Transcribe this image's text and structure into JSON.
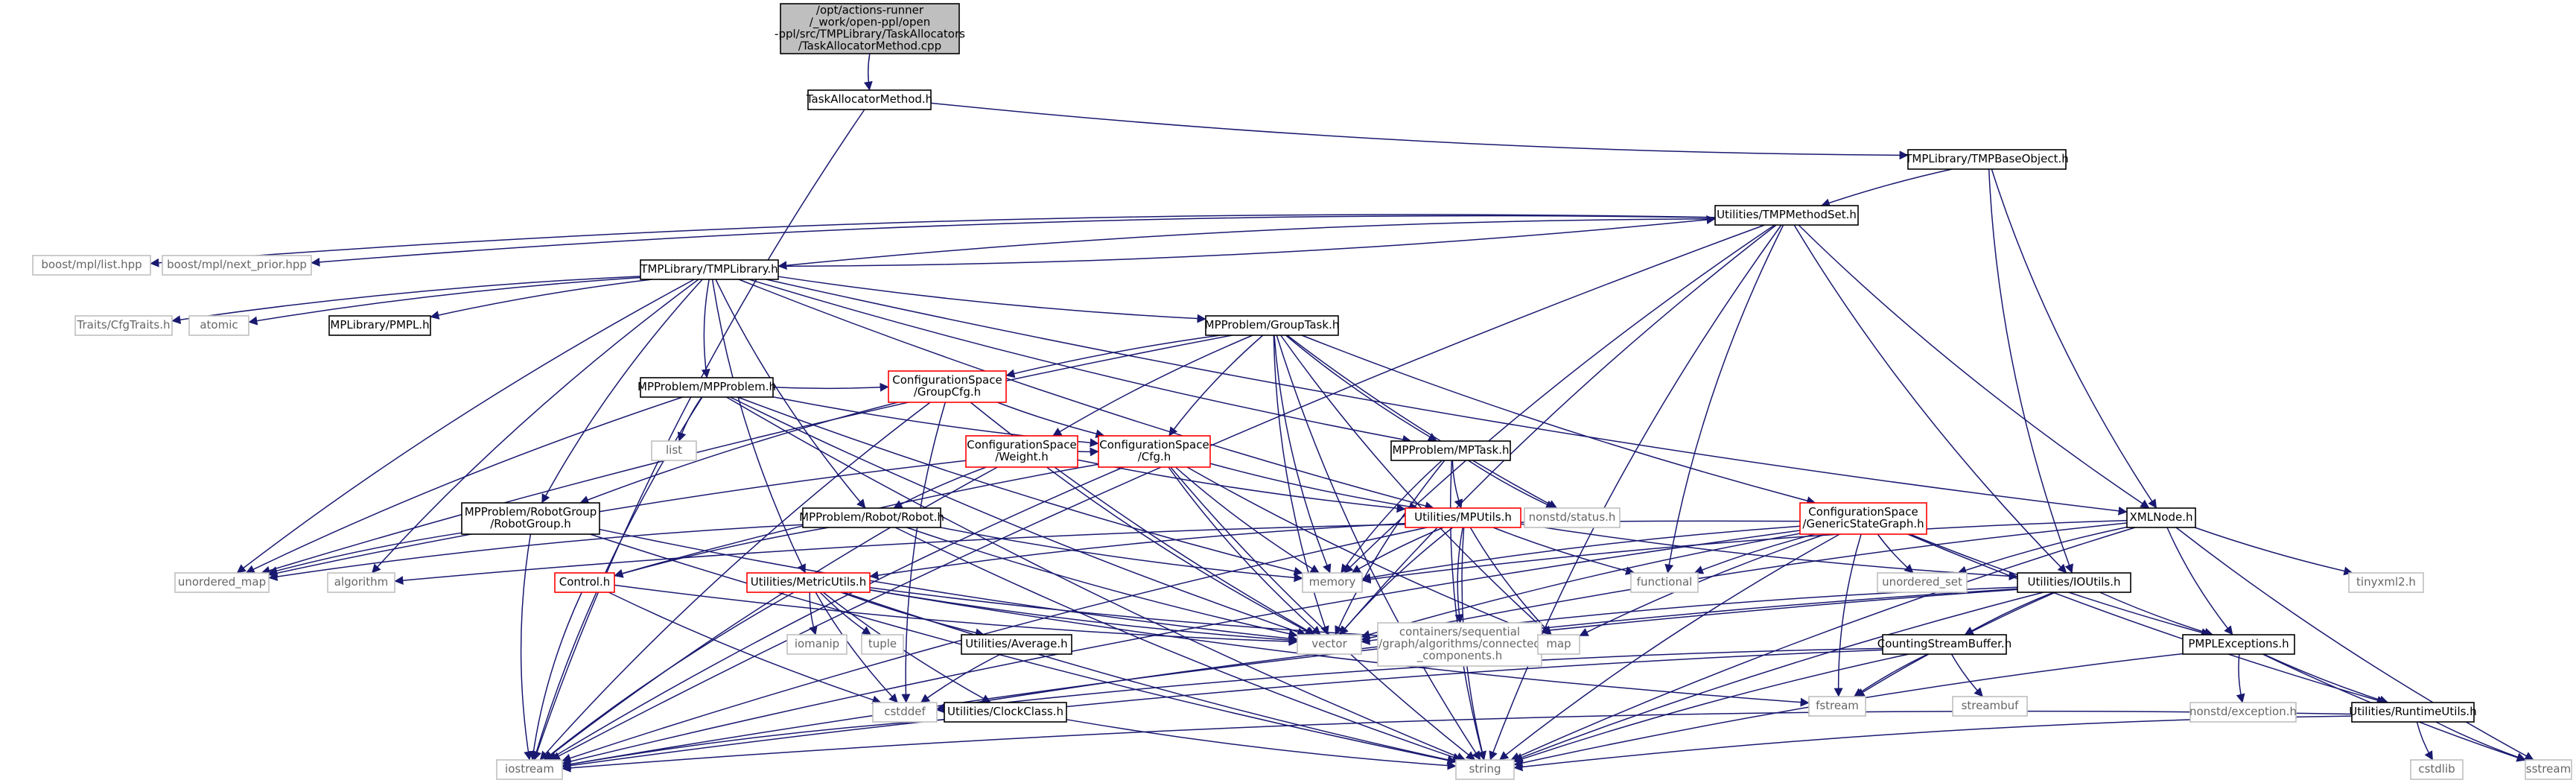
{
  "diagram": {
    "edge_color": "#191970",
    "node_style": {
      "root_fill": "#bfbfbf",
      "documented_border": "#000000",
      "undocumented_border": "#ff0000",
      "system_text": "#666666"
    },
    "nodes": [
      {
        "id": "root",
        "lines": [
          "/opt/actions-runner",
          "/_work/open-ppl/open",
          "-ppl/src/TMPLibrary/TaskAllocators",
          "/TaskAllocatorMethod.cpp"
        ],
        "kind": "root"
      },
      {
        "id": "tam",
        "lines": [
          "TaskAllocatorMethod.h"
        ],
        "kind": "hdr"
      },
      {
        "id": "tmpbase",
        "lines": [
          "TMPLibrary/TMPBaseObject.h"
        ],
        "kind": "hdr"
      },
      {
        "id": "tmpmethodset",
        "lines": [
          "Utilities/TMPMethodSet.h"
        ],
        "kind": "hdr"
      },
      {
        "id": "boostlist",
        "lines": [
          "boost/mpl/list.hpp"
        ],
        "kind": "std"
      },
      {
        "id": "boostnext",
        "lines": [
          "boost/mpl/next_prior.hpp"
        ],
        "kind": "std"
      },
      {
        "id": "tmplib",
        "lines": [
          "TMPLibrary/TMPLibrary.h"
        ],
        "kind": "hdr"
      },
      {
        "id": "traits",
        "lines": [
          "Traits/CfgTraits.h"
        ],
        "kind": "std"
      },
      {
        "id": "atomic",
        "lines": [
          "atomic"
        ],
        "kind": "std"
      },
      {
        "id": "pmpl",
        "lines": [
          "MPLibrary/PMPL.h"
        ],
        "kind": "hdr"
      },
      {
        "id": "grouptask",
        "lines": [
          "MPProblem/GroupTask.h"
        ],
        "kind": "hdr"
      },
      {
        "id": "groupcfg",
        "lines": [
          "ConfigurationSpace",
          "/GroupCfg.h"
        ],
        "kind": "red"
      },
      {
        "id": "mpproblem",
        "lines": [
          "MPProblem/MPProblem.h"
        ],
        "kind": "hdr"
      },
      {
        "id": "list",
        "lines": [
          "list"
        ],
        "kind": "std"
      },
      {
        "id": "weight",
        "lines": [
          "ConfigurationSpace",
          "/Weight.h"
        ],
        "kind": "red"
      },
      {
        "id": "cfg",
        "lines": [
          "ConfigurationSpace",
          "/Cfg.h"
        ],
        "kind": "red"
      },
      {
        "id": "mptask",
        "lines": [
          "MPProblem/MPTask.h"
        ],
        "kind": "hdr"
      },
      {
        "id": "robotgroup",
        "lines": [
          "MPProblem/RobotGroup",
          "/RobotGroup.h"
        ],
        "kind": "hdr"
      },
      {
        "id": "robot",
        "lines": [
          "MPProblem/Robot/Robot.h"
        ],
        "kind": "hdr"
      },
      {
        "id": "mputils",
        "lines": [
          "Utilities/MPUtils.h"
        ],
        "kind": "red"
      },
      {
        "id": "nonstdstatus",
        "lines": [
          "nonstd/status.h"
        ],
        "kind": "std"
      },
      {
        "id": "gsg",
        "lines": [
          "ConfigurationSpace",
          "/GenericStateGraph.h"
        ],
        "kind": "red"
      },
      {
        "id": "xmlnode",
        "lines": [
          "XMLNode.h"
        ],
        "kind": "hdr"
      },
      {
        "id": "unordered_map",
        "lines": [
          "unordered_map"
        ],
        "kind": "std"
      },
      {
        "id": "algorithm",
        "lines": [
          "algorithm"
        ],
        "kind": "std"
      },
      {
        "id": "control",
        "lines": [
          "Control.h"
        ],
        "kind": "red"
      },
      {
        "id": "metricutils",
        "lines": [
          "Utilities/MetricUtils.h"
        ],
        "kind": "red"
      },
      {
        "id": "memory",
        "lines": [
          "memory"
        ],
        "kind": "std"
      },
      {
        "id": "functional",
        "lines": [
          "functional"
        ],
        "kind": "std"
      },
      {
        "id": "unordered_set",
        "lines": [
          "unordered_set"
        ],
        "kind": "std"
      },
      {
        "id": "ioutils",
        "lines": [
          "Utilities/IOUtils.h"
        ],
        "kind": "hdr"
      },
      {
        "id": "tinyxml",
        "lines": [
          "tinyxml2.h"
        ],
        "kind": "std"
      },
      {
        "id": "iomanip",
        "lines": [
          "iomanip"
        ],
        "kind": "std"
      },
      {
        "id": "tuple",
        "lines": [
          "tuple"
        ],
        "kind": "std"
      },
      {
        "id": "average",
        "lines": [
          "Utilities/Average.h"
        ],
        "kind": "hdr"
      },
      {
        "id": "vector",
        "lines": [
          "vector"
        ],
        "kind": "std"
      },
      {
        "id": "connected",
        "lines": [
          "containers/sequential",
          "/graph/algorithms/connected",
          "_components.h"
        ],
        "kind": "std"
      },
      {
        "id": "map",
        "lines": [
          "map"
        ],
        "kind": "std"
      },
      {
        "id": "csb",
        "lines": [
          "CountingStreamBuffer.h"
        ],
        "kind": "hdr"
      },
      {
        "id": "pmplexc",
        "lines": [
          "PMPLExceptions.h"
        ],
        "kind": "hdr"
      },
      {
        "id": "cstddef",
        "lines": [
          "cstddef"
        ],
        "kind": "std"
      },
      {
        "id": "clockclass",
        "lines": [
          "Utilities/ClockClass.h"
        ],
        "kind": "hdr"
      },
      {
        "id": "fstream",
        "lines": [
          "fstream"
        ],
        "kind": "std"
      },
      {
        "id": "streambuf",
        "lines": [
          "streambuf"
        ],
        "kind": "std"
      },
      {
        "id": "nonstdexc",
        "lines": [
          "nonstd/exception.h"
        ],
        "kind": "std"
      },
      {
        "id": "runtimeutils",
        "lines": [
          "Utilities/RuntimeUtils.h"
        ],
        "kind": "hdr"
      },
      {
        "id": "iostream",
        "lines": [
          "iostream"
        ],
        "kind": "std"
      },
      {
        "id": "string",
        "lines": [
          "string"
        ],
        "kind": "std"
      },
      {
        "id": "cstdlib",
        "lines": [
          "cstdlib"
        ],
        "kind": "std"
      },
      {
        "id": "sstream",
        "lines": [
          "sstream"
        ],
        "kind": "std"
      }
    ],
    "edges": [
      [
        "root",
        "tam"
      ],
      [
        "tam",
        "tmpbase"
      ],
      [
        "tam",
        "iostream"
      ],
      [
        "tmpbase",
        "tmpmethodset"
      ],
      [
        "tmpbase",
        "xmlnode"
      ],
      [
        "tmpbase",
        "ioutils"
      ],
      [
        "tmpmethodset",
        "boostlist"
      ],
      [
        "tmpmethodset",
        "boostnext"
      ],
      [
        "tmpmethodset",
        "tmplib"
      ],
      [
        "tmpmethodset",
        "iostream"
      ],
      [
        "tmpmethodset",
        "memory"
      ],
      [
        "tmpmethodset",
        "functional"
      ],
      [
        "tmpmethodset",
        "xmlnode"
      ],
      [
        "tmpmethodset",
        "ioutils"
      ],
      [
        "tmpmethodset",
        "string"
      ],
      [
        "tmpmethodset",
        "vector"
      ],
      [
        "tmplib",
        "tmpmethodset"
      ],
      [
        "tmplib",
        "traits"
      ],
      [
        "tmplib",
        "atomic"
      ],
      [
        "tmplib",
        "pmpl"
      ],
      [
        "tmplib",
        "grouptask"
      ],
      [
        "tmplib",
        "mpproblem"
      ],
      [
        "tmplib",
        "mptask"
      ],
      [
        "tmplib",
        "robotgroup"
      ],
      [
        "tmplib",
        "robot"
      ],
      [
        "tmplib",
        "mputils"
      ],
      [
        "tmplib",
        "xmlnode"
      ],
      [
        "tmplib",
        "unordered_map"
      ],
      [
        "tmplib",
        "algorithm"
      ],
      [
        "tmplib",
        "metricutils"
      ],
      [
        "grouptask",
        "groupcfg"
      ],
      [
        "grouptask",
        "weight"
      ],
      [
        "grouptask",
        "cfg"
      ],
      [
        "grouptask",
        "mptask"
      ],
      [
        "grouptask",
        "gsg"
      ],
      [
        "grouptask",
        "nonstdstatus"
      ],
      [
        "grouptask",
        "memory"
      ],
      [
        "grouptask",
        "vector"
      ],
      [
        "grouptask",
        "unordered_map"
      ],
      [
        "grouptask",
        "map"
      ],
      [
        "grouptask",
        "string"
      ],
      [
        "groupcfg",
        "cfg"
      ],
      [
        "groupcfg",
        "robotgroup"
      ],
      [
        "groupcfg",
        "iostream"
      ],
      [
        "groupcfg",
        "vector"
      ],
      [
        "groupcfg",
        "cstddef"
      ],
      [
        "mpproblem",
        "list"
      ],
      [
        "mpproblem",
        "cfg"
      ],
      [
        "mpproblem",
        "memory"
      ],
      [
        "mpproblem",
        "unordered_map"
      ],
      [
        "mpproblem",
        "iostream"
      ],
      [
        "mpproblem",
        "vector"
      ],
      [
        "mpproblem",
        "groupcfg"
      ],
      [
        "mpproblem",
        "string"
      ],
      [
        "weight",
        "cfg"
      ],
      [
        "weight",
        "mputils"
      ],
      [
        "weight",
        "robot"
      ],
      [
        "weight",
        "unordered_map"
      ],
      [
        "weight",
        "vector"
      ],
      [
        "weight",
        "iostream"
      ],
      [
        "cfg",
        "mputils"
      ],
      [
        "cfg",
        "memory"
      ],
      [
        "cfg",
        "vector"
      ],
      [
        "cfg",
        "iostream"
      ],
      [
        "cfg",
        "map"
      ],
      [
        "cfg",
        "string"
      ],
      [
        "cfg",
        "control"
      ],
      [
        "mptask",
        "mputils"
      ],
      [
        "mptask",
        "nonstdstatus"
      ],
      [
        "mptask",
        "memory"
      ],
      [
        "mptask",
        "vector"
      ],
      [
        "mptask",
        "string"
      ],
      [
        "robotgroup",
        "unordered_map"
      ],
      [
        "robotgroup",
        "iostream"
      ],
      [
        "robotgroup",
        "vector"
      ],
      [
        "robotgroup",
        "string"
      ],
      [
        "robot",
        "control"
      ],
      [
        "robot",
        "memory"
      ],
      [
        "robot",
        "vector"
      ],
      [
        "robot",
        "string"
      ],
      [
        "robot",
        "unordered_map"
      ],
      [
        "mputils",
        "metricutils"
      ],
      [
        "mputils",
        "connected"
      ],
      [
        "mputils",
        "memory"
      ],
      [
        "mputils",
        "vector"
      ],
      [
        "mputils",
        "functional"
      ],
      [
        "mputils",
        "map"
      ],
      [
        "mputils",
        "string"
      ],
      [
        "mputils",
        "iostream"
      ],
      [
        "mputils",
        "ioutils"
      ],
      [
        "gsg",
        "memory"
      ],
      [
        "gsg",
        "functional"
      ],
      [
        "gsg",
        "unordered_set"
      ],
      [
        "gsg",
        "vector"
      ],
      [
        "gsg",
        "map"
      ],
      [
        "gsg",
        "fstream"
      ],
      [
        "gsg",
        "string"
      ],
      [
        "gsg",
        "pmplexc"
      ],
      [
        "gsg",
        "runtimeutils"
      ],
      [
        "gsg",
        "algorithm"
      ],
      [
        "gsg",
        "iostream"
      ],
      [
        "xmlnode",
        "tinyxml"
      ],
      [
        "xmlnode",
        "memory"
      ],
      [
        "xmlnode",
        "unordered_set"
      ],
      [
        "xmlnode",
        "pmplexc"
      ],
      [
        "xmlnode",
        "string"
      ],
      [
        "xmlnode",
        "vector"
      ],
      [
        "xmlnode",
        "sstream"
      ],
      [
        "control",
        "iostream"
      ],
      [
        "control",
        "cstddef"
      ],
      [
        "control",
        "vector"
      ],
      [
        "metricutils",
        "iomanip"
      ],
      [
        "metricutils",
        "tuple"
      ],
      [
        "metricutils",
        "average"
      ],
      [
        "metricutils",
        "clockclass"
      ],
      [
        "metricutils",
        "cstddef"
      ],
      [
        "metricutils",
        "iostream"
      ],
      [
        "metricutils",
        "map"
      ],
      [
        "metricutils",
        "vector"
      ],
      [
        "metricutils",
        "string"
      ],
      [
        "metricutils",
        "fstream"
      ],
      [
        "ioutils",
        "csb"
      ],
      [
        "ioutils",
        "pmplexc"
      ],
      [
        "ioutils",
        "fstream"
      ],
      [
        "ioutils",
        "vector"
      ],
      [
        "ioutils",
        "string"
      ],
      [
        "ioutils",
        "iostream"
      ],
      [
        "ioutils",
        "cstddef"
      ],
      [
        "average",
        "cstddef"
      ],
      [
        "clockclass",
        "iostream"
      ],
      [
        "clockclass",
        "string"
      ],
      [
        "csb",
        "cstddef"
      ],
      [
        "csb",
        "fstream"
      ],
      [
        "csb",
        "streambuf"
      ],
      [
        "csb",
        "string"
      ],
      [
        "csb",
        "iostream"
      ],
      [
        "pmplexc",
        "nonstdexc"
      ],
      [
        "pmplexc",
        "runtimeutils"
      ],
      [
        "pmplexc",
        "string"
      ],
      [
        "pmplexc",
        "sstream"
      ],
      [
        "runtimeutils",
        "cstdlib"
      ],
      [
        "runtimeutils",
        "iostream"
      ],
      [
        "runtimeutils",
        "string"
      ],
      [
        "runtimeutils",
        "sstream"
      ]
    ]
  }
}
